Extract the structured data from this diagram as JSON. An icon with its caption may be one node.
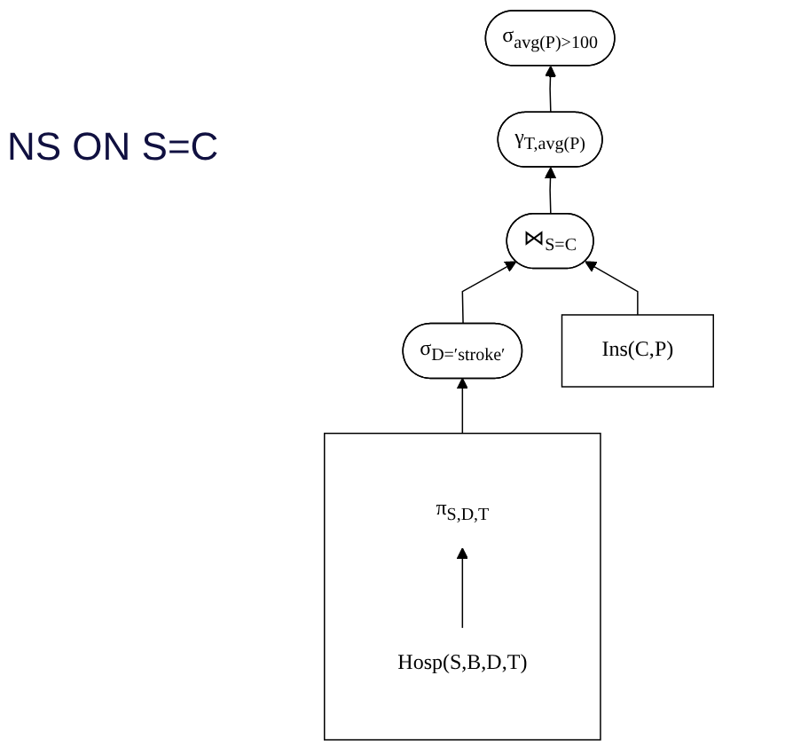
{
  "diagram": {
    "nodes": [
      {
        "text": [
          "σ$_{avg(P)>100}$"
        ]
      },
      {
        "text": [
          "γ$_{T,avg(P)}$"
        ]
      },
      {
        "text": [
          "⋈$_{S=C}$"
        ]
      },
      {
        "text": [
          "σ$_{D=′stroke′}$"
        ]
      },
      {
        "text": [],
        "shape": "box"
      },
      {
        "text": [
          "π$_{S,D,T}$"
        ],
        "in": 4
      },
      {
        "text": [
          "Hosp(S,B,D,T)"
        ],
        "in": 4
      },
      {
        "text": [
          "Ins(C,P)"
        ]
      }
    ],
    "edges": [
      {
        "from": 1,
        "to": 0,
        "arrow": "to"
      },
      {
        "from": 2,
        "to": 1,
        "arrow": "to"
      },
      {
        "from": 3,
        "to": 2,
        "arrow": "to"
      },
      {
        "from": 7,
        "to": 2,
        "arrow": "to"
      },
      {
        "from": 4,
        "to": 3,
        "arrow": "to"
      },
      {
        "from": 6,
        "to": 5,
        "arrow": "to"
      }
    ],
    "labels": [
      "NS ON S=C"
    ]
  }
}
